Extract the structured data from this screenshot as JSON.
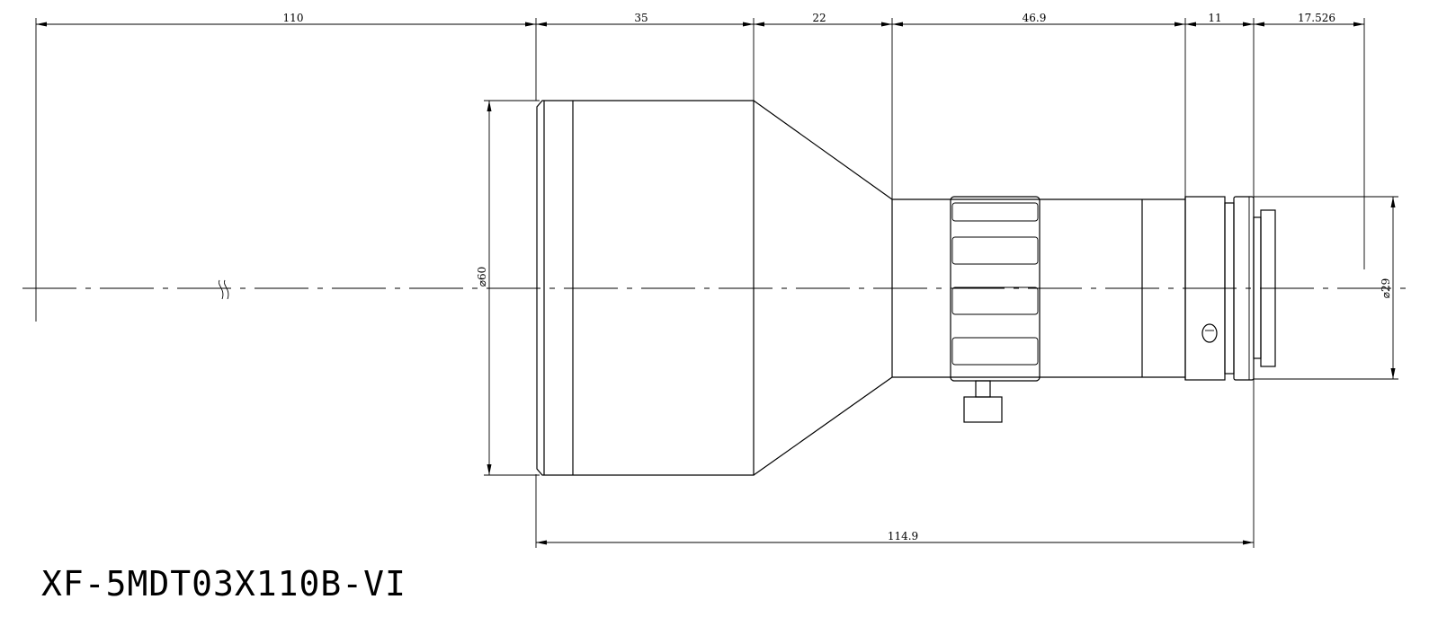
{
  "diagram": {
    "model": "XF-5MDT03X110B-VI",
    "dimensions": {
      "working_distance": "110",
      "front_barrel_length": "35",
      "taper_length": "22",
      "body_length": "46.9",
      "mount_length": "11",
      "back_focus": "17.526",
      "total_length": "114.9",
      "front_diameter": "⌀60",
      "mount_diameter": "⌀29"
    },
    "break_symbol": "≈",
    "line_color": "#000000"
  }
}
